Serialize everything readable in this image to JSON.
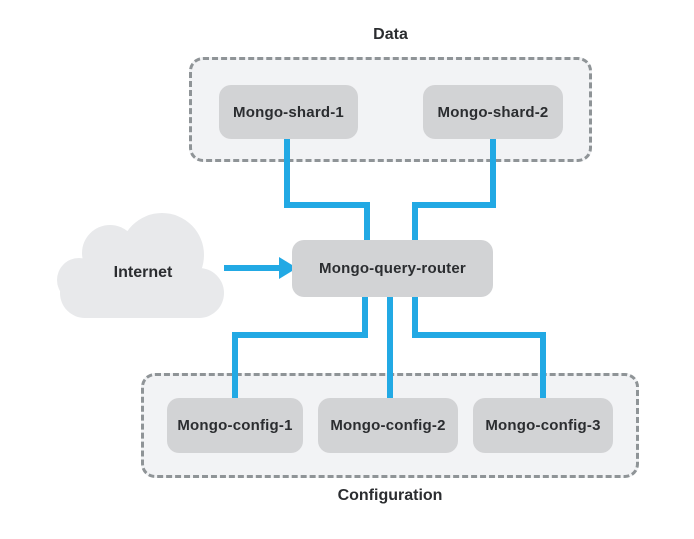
{
  "diagram": {
    "internet": {
      "label": "Internet"
    },
    "router": {
      "label": "Mongo-query-router"
    },
    "groups": {
      "data": {
        "label": "Data",
        "nodes": {
          "shard1": {
            "label": "Mongo-shard-1"
          },
          "shard2": {
            "label": "Mongo-shard-2"
          }
        }
      },
      "configuration": {
        "label": "Configuration",
        "nodes": {
          "config1": {
            "label": "Mongo-config-1"
          },
          "config2": {
            "label": "Mongo-config-2"
          },
          "config3": {
            "label": "Mongo-config-3"
          }
        }
      }
    },
    "edges": [
      {
        "from": "Internet",
        "to": "Mongo-query-router"
      },
      {
        "from": "Mongo-shard-1",
        "to": "Mongo-query-router"
      },
      {
        "from": "Mongo-shard-2",
        "to": "Mongo-query-router"
      },
      {
        "from": "Mongo-query-router",
        "to": "Mongo-config-1"
      },
      {
        "from": "Mongo-query-router",
        "to": "Mongo-config-2"
      },
      {
        "from": "Mongo-query-router",
        "to": "Mongo-config-3"
      }
    ],
    "colors": {
      "connector": "#22a9e4",
      "node_fill": "#d2d3d5",
      "container_fill": "#f2f3f5",
      "container_border": "#8f9497",
      "cloud_fill": "#e8e9eb",
      "text": "#2b2d30"
    }
  }
}
